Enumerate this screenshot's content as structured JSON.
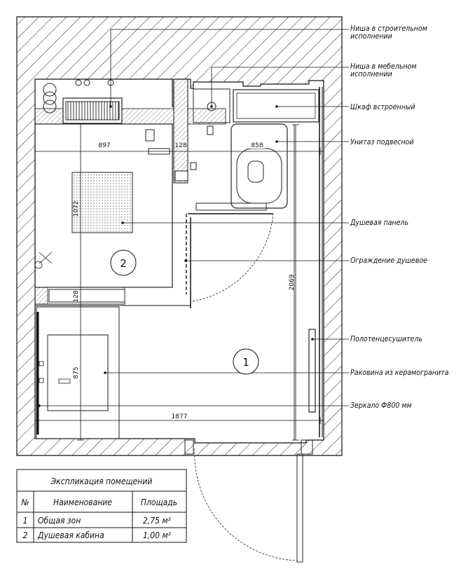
{
  "callouts": [
    {
      "id": "niche-construction",
      "lines": [
        "Ниша в строительном",
        "исполнении"
      ]
    },
    {
      "id": "niche-furniture",
      "lines": [
        "Ниша в мебельном",
        "исполнении"
      ]
    },
    {
      "id": "built-in-cabinet",
      "lines": [
        "Шкаф встроенный"
      ]
    },
    {
      "id": "wall-hung-toilet",
      "lines": [
        "Унитаз подвесной"
      ]
    },
    {
      "id": "shower-panel",
      "lines": [
        "Душевая панель"
      ]
    },
    {
      "id": "shower-enclosure",
      "lines": [
        "Ограждение душевое"
      ]
    },
    {
      "id": "towel-warmer",
      "lines": [
        "Полотенцесушитель"
      ]
    },
    {
      "id": "porcelain-sink",
      "lines": [
        "Раковина из керамогранита"
      ]
    },
    {
      "id": "mirror",
      "lines": [
        "Зеркало Ф800 мм"
      ]
    }
  ],
  "dimensions": {
    "d897": "897",
    "d128_top": "128",
    "d858": "858",
    "d1072": "1072",
    "d2069": "2069",
    "d128_mid": "128",
    "d875": "875",
    "d1877": "1877"
  },
  "rooms": {
    "room1": "1",
    "room2": "2"
  },
  "explication": {
    "title": "Экспликация помещений",
    "headers": [
      "№",
      "Наименование",
      "Площадь"
    ],
    "rows": [
      {
        "num": "1",
        "name": "Общая зон",
        "area": "2,75 м²"
      },
      {
        "num": "2",
        "name": "Душевая кабина",
        "area": "1,00 м²"
      }
    ]
  }
}
